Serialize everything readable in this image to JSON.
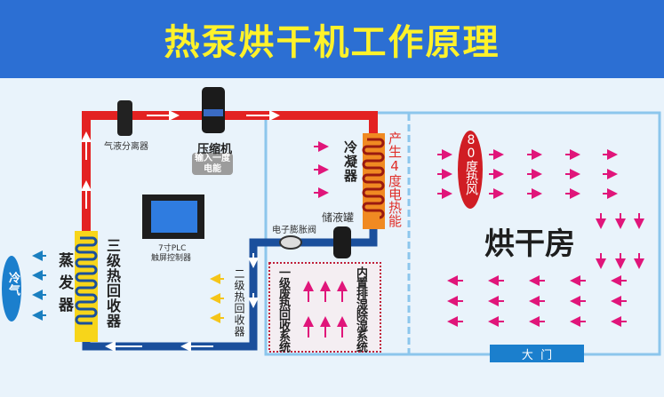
{
  "title": "热泵烘干机工作原理",
  "labels": {
    "separator": "气液分离器",
    "compressor": "压缩机",
    "compressor_note": "输入一度电能",
    "plc_line1": "7寸PLC",
    "plc_line2": "触屏控制器",
    "cold_air": "冷气",
    "evaporator": "蒸发器",
    "third_recovery": "三级热回收器",
    "second_recovery": "二级热回收器",
    "expansion_valve": "电子膨胀阀",
    "receiver": "储液罐",
    "condenser": "冷凝器",
    "heat_output": "产生4度电热能",
    "first_recovery": "一级废热回收系统",
    "dehumidify": "内置排湿除湿系统",
    "hot_air": "80度热风",
    "drying_room": "烘干房",
    "door": "大  门"
  },
  "colors": {
    "header": "#2c6fd3",
    "title": "#fff22a",
    "hot_pipe": "#e32222",
    "cold_pipe": "#1a4f9c",
    "arrow_pink": "#e0157a",
    "room": "#8cc6ec"
  }
}
